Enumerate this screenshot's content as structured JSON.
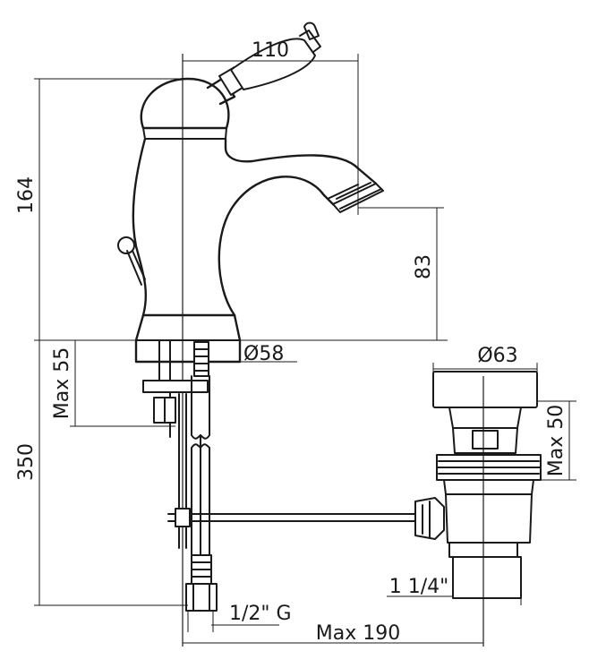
{
  "dimensions": {
    "spout_reach": "110",
    "overall_height": "164",
    "spout_height": "83",
    "body_diameter": "Ø58",
    "max_deck_thickness": "Max 55",
    "hose_length": "350",
    "connection_thread": "1/2\" G",
    "max_distance": "Max 190",
    "waste_diameter": "Ø63",
    "waste_max": "Max 50",
    "waste_thread": "1 1/4\""
  }
}
